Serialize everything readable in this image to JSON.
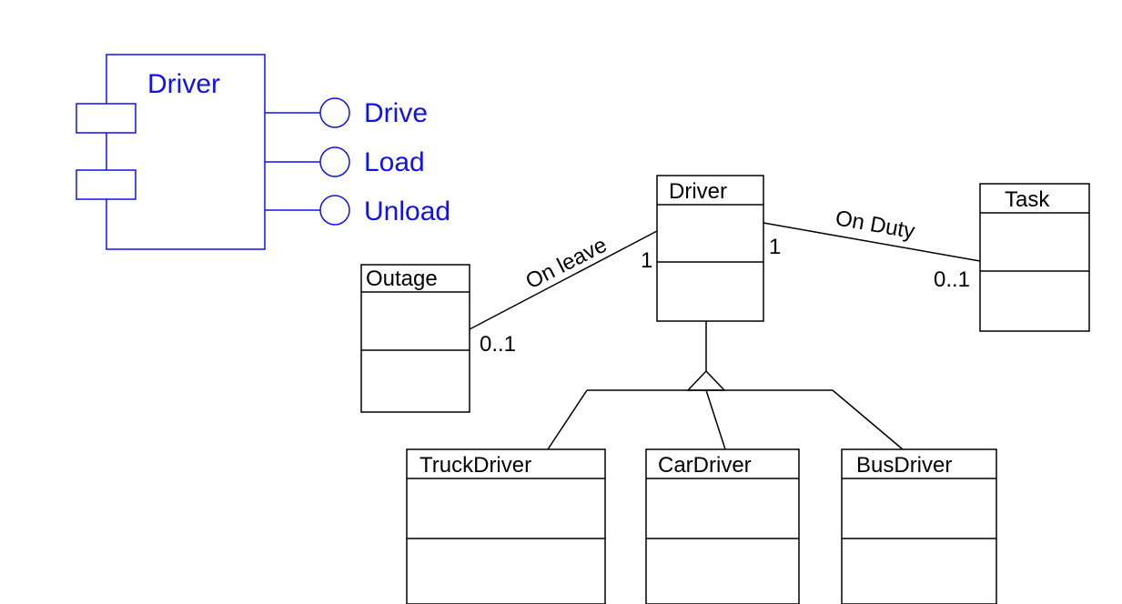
{
  "colors": {
    "component": "#1010f0",
    "class_line": "#000000",
    "background": "#ffffff"
  },
  "component": {
    "name": "Driver",
    "interfaces": [
      "Drive",
      "Load",
      "Unload"
    ]
  },
  "classes": {
    "driver": {
      "name": "Driver"
    },
    "task": {
      "name": "Task"
    },
    "outage": {
      "name": "Outage"
    },
    "truck_driver": {
      "name": "TruckDriver"
    },
    "car_driver": {
      "name": "CarDriver"
    },
    "bus_driver": {
      "name": "BusDriver"
    }
  },
  "associations": {
    "on_leave": {
      "label": "On leave",
      "mult_driver": "1",
      "mult_outage": "0..1"
    },
    "on_duty": {
      "label": "On Duty",
      "mult_driver": "1",
      "mult_task": "0..1"
    }
  }
}
